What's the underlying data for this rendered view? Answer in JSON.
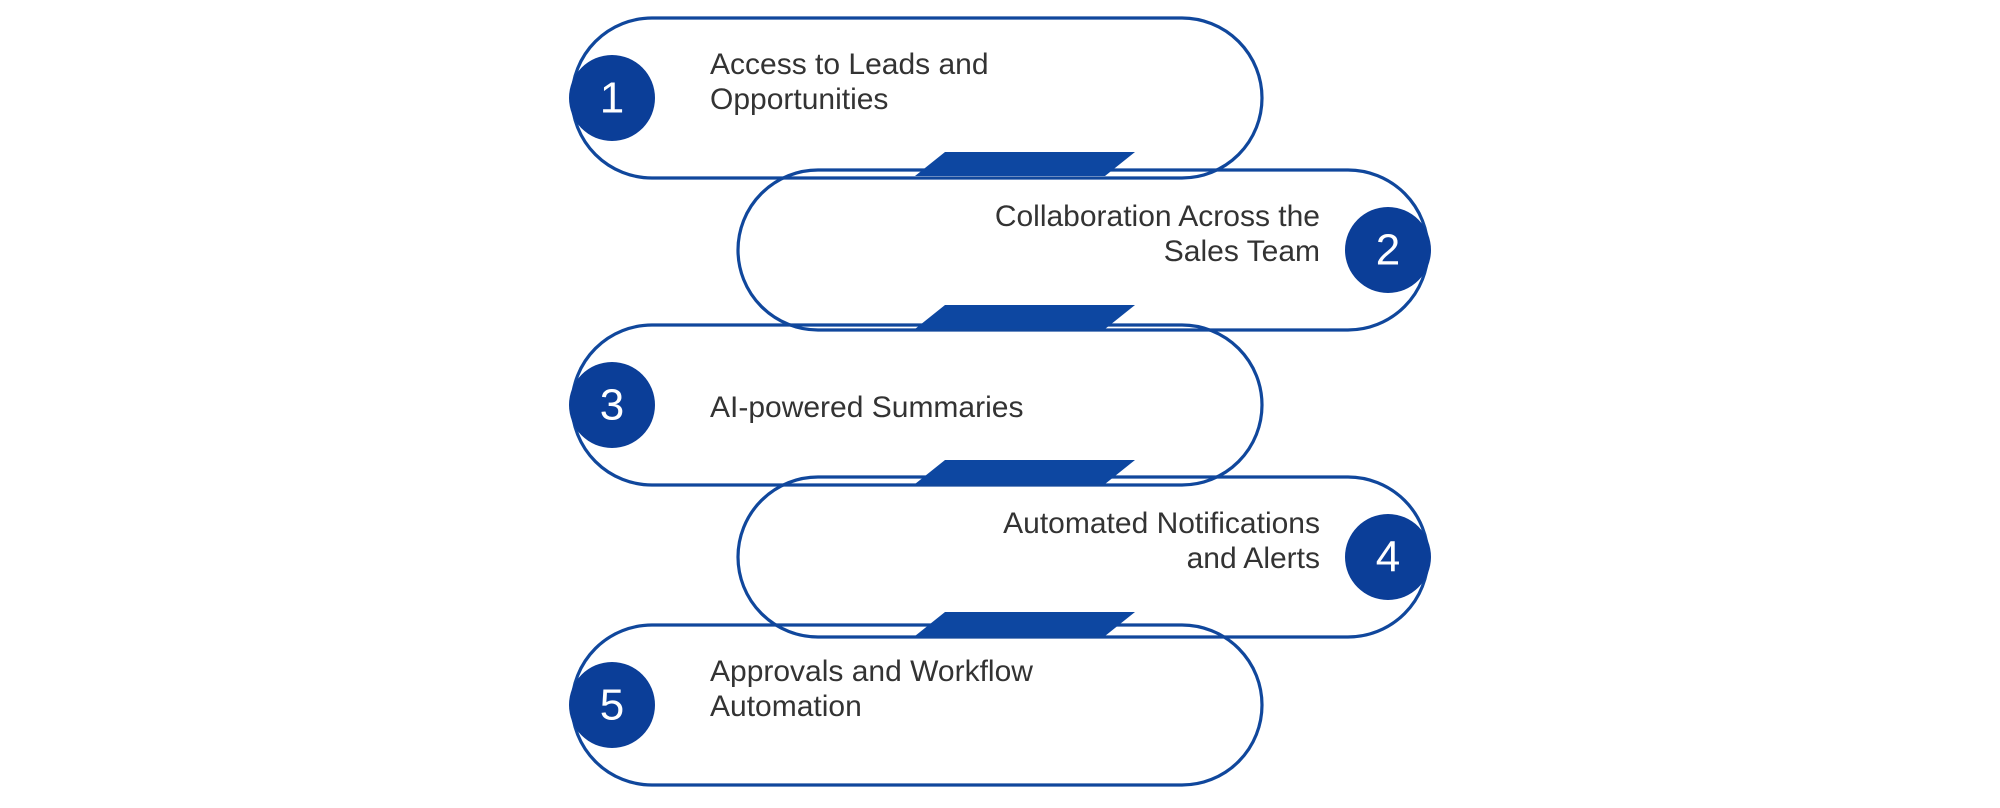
{
  "diagram": {
    "type": "numbered-process-list",
    "title": "",
    "colors": {
      "circle_fill": "#0B3E98",
      "circle_text": "#FFFFFF",
      "outline_stroke": "#10479C",
      "connector_bar": "#0D47A1",
      "label_text": "#333333",
      "background": "#FFFFFF"
    },
    "steps": [
      {
        "number": "1",
        "label": "Access to Leads and\nOpportunities",
        "side": "left",
        "align": "left"
      },
      {
        "number": "2",
        "label": "Collaboration Across the\nSales Team",
        "side": "right",
        "align": "right"
      },
      {
        "number": "3",
        "label": "AI-powered Summaries",
        "side": "left",
        "align": "left"
      },
      {
        "number": "4",
        "label": "Automated Notifications\nand Alerts",
        "side": "right",
        "align": "right"
      },
      {
        "number": "5",
        "label": "Approvals and Workflow\nAutomation",
        "side": "left",
        "align": "left"
      }
    ],
    "connectors": [
      {
        "index": 1,
        "between": "1-2"
      },
      {
        "index": 2,
        "between": "2-3"
      },
      {
        "index": 3,
        "between": "3-4"
      },
      {
        "index": 4,
        "between": "4-5"
      }
    ]
  }
}
